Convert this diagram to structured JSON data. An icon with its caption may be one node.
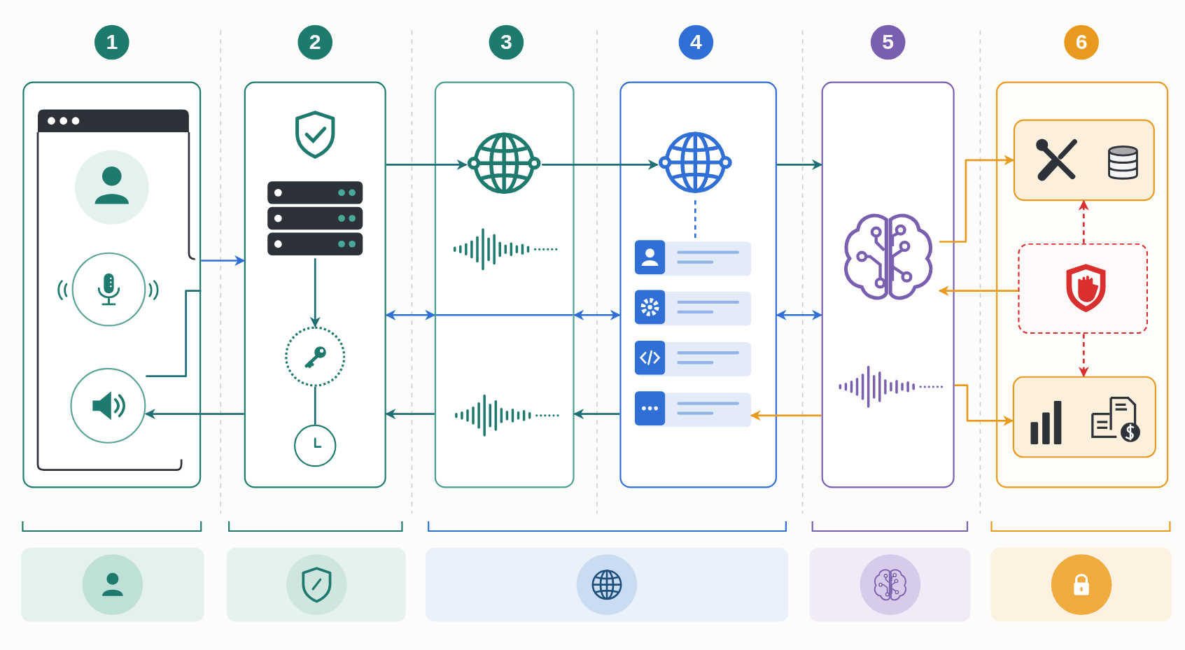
{
  "diagram": {
    "nodes": [
      {
        "text": [
          "1"
        ]
      },
      {
        "text": [
          "2"
        ]
      },
      {
        "text": [
          "3"
        ]
      },
      {
        "text": [
          "4"
        ]
      },
      {
        "text": [
          "5"
        ]
      },
      {
        "text": [
          "6"
        ]
      },
      {
        "text": [],
        "shape": "box"
      },
      {
        "text": [],
        "shape": "box"
      },
      {
        "text": [],
        "shape": "box"
      },
      {
        "text": [],
        "shape": "box"
      },
      {
        "text": [],
        "shape": "box"
      },
      {
        "text": [],
        "shape": "box"
      },
      {
        "text": [],
        "shape": "picture",
        "in": 7
      },
      {
        "text": [],
        "shape": "circle",
        "in": 7
      },
      {
        "text": [],
        "shape": "circle",
        "in": 7
      },
      {
        "text": [],
        "shape": "picture",
        "in": 8
      },
      {
        "text": [],
        "shape": "picture",
        "in": 9
      },
      {
        "text": [],
        "shape": "box",
        "in": 9
      },
      {
        "text": [],
        "shape": "box",
        "in": 9
      },
      {
        "text": [],
        "shape": "box",
        "in": 9
      },
      {
        "text": [],
        "shape": "box",
        "in": 9
      },
      {
        "text": [],
        "shape": "picture",
        "in": 10
      },
      {
        "text": [],
        "shape": "box",
        "in": 11
      },
      {
        "text": [],
        "shape": "box",
        "in": 11
      },
      {
        "text": [],
        "shape": "box",
        "in": 11
      },
      {
        "text": [],
        "shape": "circle",
        "in": 6
      },
      {
        "text": [],
        "shape": "circle",
        "in": 6
      }
    ],
    "edges": [
      {
        "from": 6,
        "to": 7,
        "arrow": "to",
        "color": "#2f6fd6"
      },
      {
        "from": 12,
        "to": 13,
        "arrow": "to"
      },
      {
        "from": 13,
        "to": 14,
        "arrow": "none"
      },
      {
        "from": 7,
        "to": 15,
        "arrow": "to"
      },
      {
        "from": 15,
        "to": 16,
        "arrow": "to"
      },
      {
        "from": 9,
        "to": 10,
        "arrow": "to"
      },
      {
        "from": 16,
        "to": 17,
        "arrow": "none",
        "style": "dashed",
        "color": "#2f6fd6"
      },
      {
        "from": 7,
        "to": 8,
        "arrow": "both",
        "color": "#2f6fd6"
      },
      {
        "from": 8,
        "to": 9,
        "arrow": "both",
        "color": "#2f6fd6"
      },
      {
        "from": 9,
        "to": 10,
        "arrow": "both",
        "color": "#2f6fd6"
      },
      {
        "from": 7,
        "to": 26,
        "arrow": "to"
      },
      {
        "from": 8,
        "to": 7,
        "arrow": "to"
      },
      {
        "from": 9,
        "to": 8,
        "arrow": "to"
      },
      {
        "from": 10,
        "to": 20,
        "arrow": "to",
        "color": "#e89a1e"
      },
      {
        "from": 21,
        "to": 22,
        "arrow": "to",
        "color": "#e89a1e"
      },
      {
        "from": 23,
        "to": 21,
        "arrow": "to",
        "color": "#e89a1e"
      },
      {
        "from": 10,
        "to": 24,
        "arrow": "to",
        "color": "#e89a1e"
      },
      {
        "from": 23,
        "to": 22,
        "arrow": "to",
        "style": "dashed",
        "color": "#d9302f"
      },
      {
        "from": 23,
        "to": 24,
        "arrow": "to",
        "style": "dashed",
        "color": "#d9302f"
      },
      {
        "from": 6,
        "to": 26,
        "arrow": "none"
      }
    ]
  }
}
